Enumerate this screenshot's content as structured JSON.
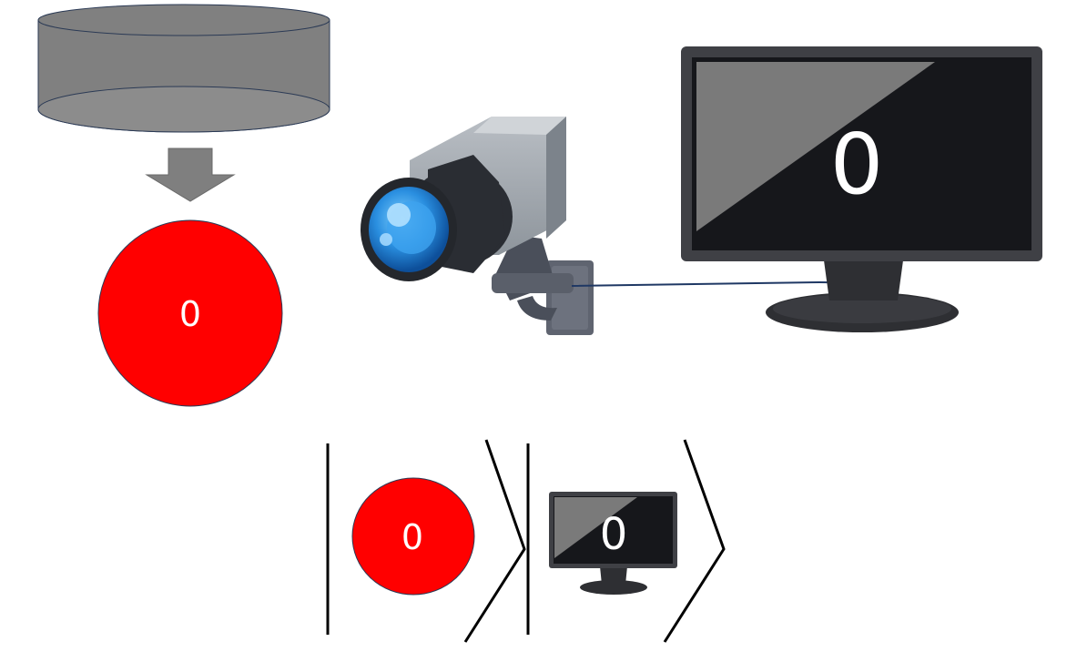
{
  "diagram": {
    "source": {
      "shape": "cylinder",
      "color": "#808080"
    },
    "arrow": {
      "direction": "down",
      "color": "#7f7f7f"
    },
    "ball": {
      "label": "0",
      "color": "#ff0000"
    },
    "camera": {
      "icon": "security-camera-icon"
    },
    "monitor": {
      "label": "0",
      "icon": "monitor-icon"
    },
    "cable": {
      "color": "#1f3864"
    },
    "sequence": {
      "ball_label": "0",
      "monitor_label": "0"
    }
  }
}
